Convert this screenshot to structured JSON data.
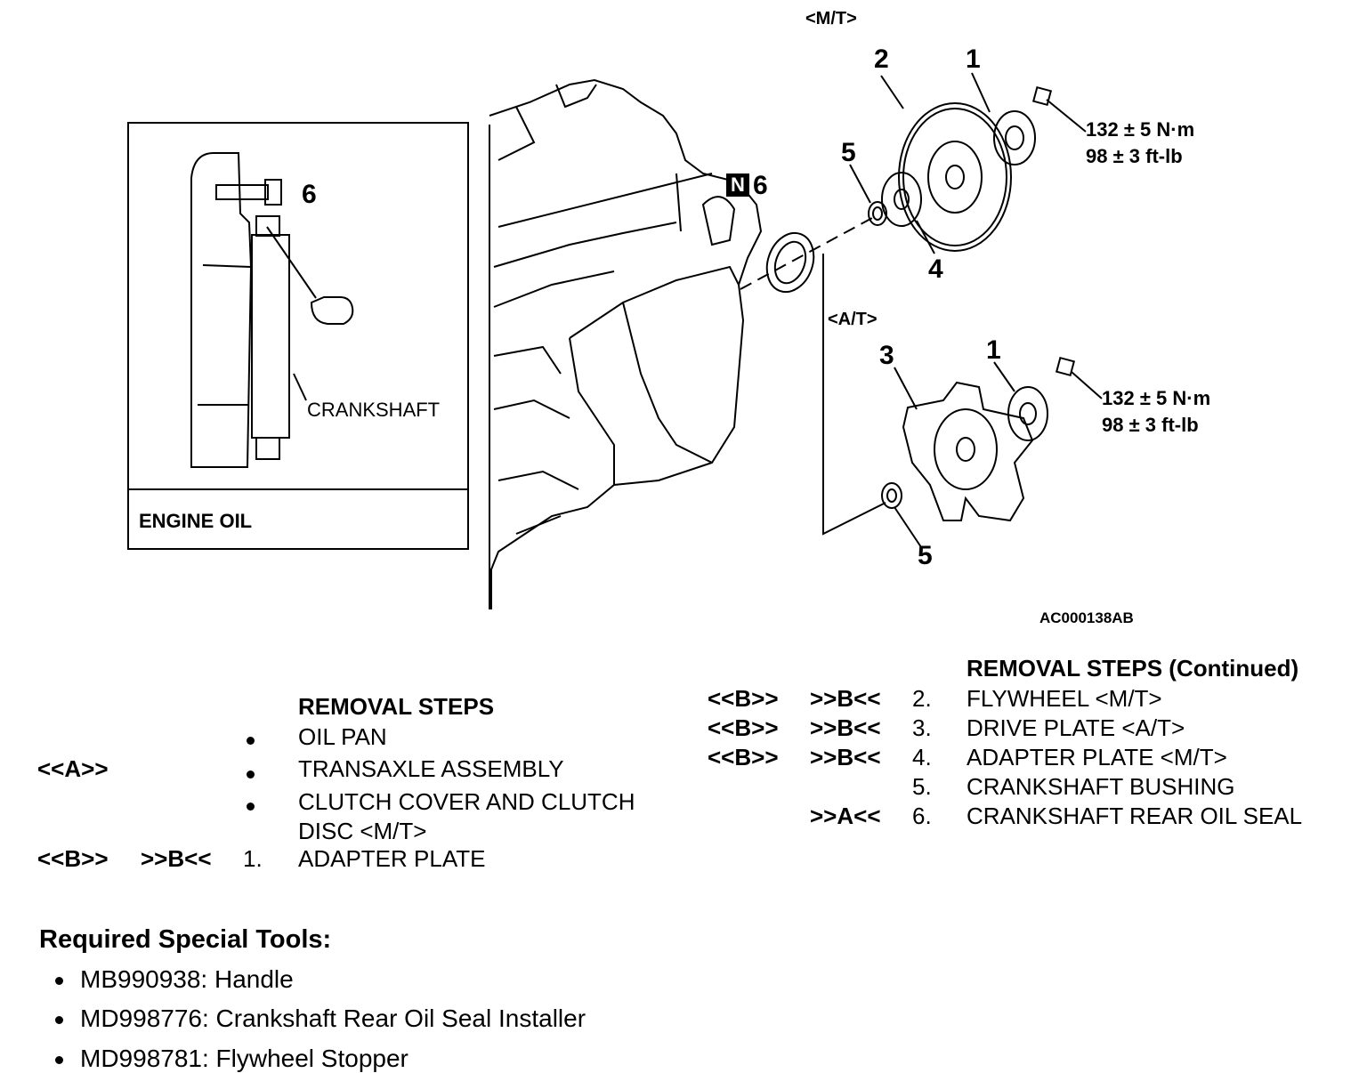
{
  "figure": {
    "mt_label": "<M/T>",
    "at_label": "<A/T>",
    "figure_id": "AC000138AB",
    "inset": {
      "callout_6": "6",
      "crankshaft_label": "CRANKSHAFT",
      "engine_oil_label": "ENGINE OIL"
    },
    "callouts": {
      "mt_1": "1",
      "mt_2": "2",
      "mt_4": "4",
      "mt_5": "5",
      "new_badge": "N",
      "seal_6": "6",
      "at_1": "1",
      "at_3": "3",
      "at_5": "5"
    },
    "torque_mt": [
      "132 ± 5 N·m",
      "98 ± 3 ft-lb"
    ],
    "torque_at": [
      "132 ± 5 N·m",
      "98 ± 3 ft-lb"
    ]
  },
  "removal_steps": {
    "title": "REMOVAL STEPS",
    "items": [
      {
        "removal_ref": "",
        "install_ref": "",
        "marker": "bullet",
        "text": "OIL PAN"
      },
      {
        "removal_ref": "<<A>>",
        "install_ref": "",
        "marker": "bullet",
        "text": "TRANSAXLE ASSEMBLY"
      },
      {
        "removal_ref": "",
        "install_ref": "",
        "marker": "bullet",
        "text": "CLUTCH COVER AND CLUTCH",
        "text2": "DISC <M/T>"
      },
      {
        "removal_ref": "<<B>>",
        "install_ref": ">>B<<",
        "marker": "1.",
        "text": "ADAPTER PLATE"
      }
    ]
  },
  "removal_steps_continued": {
    "title": "REMOVAL STEPS (Continued)",
    "items": [
      {
        "removal_ref": "<<B>>",
        "install_ref": ">>B<<",
        "number": "2.",
        "text": "FLYWHEEL <M/T>"
      },
      {
        "removal_ref": "<<B>>",
        "install_ref": ">>B<<",
        "number": "3.",
        "text": "DRIVE PLATE <A/T>"
      },
      {
        "removal_ref": "<<B>>",
        "install_ref": ">>B<<",
        "number": "4.",
        "text": "ADAPTER PLATE <M/T>"
      },
      {
        "removal_ref": "",
        "install_ref": "",
        "number": "5.",
        "text": "CRANKSHAFT BUSHING"
      },
      {
        "removal_ref": "",
        "install_ref": ">>A<<",
        "number": "6.",
        "text": "CRANKSHAFT REAR OIL SEAL"
      }
    ]
  },
  "tools": {
    "title": "Required Special Tools:",
    "items": [
      "MB990938: Handle",
      "MD998776: Crankshaft Rear Oil Seal Installer",
      "MD998781: Flywheel Stopper"
    ]
  }
}
